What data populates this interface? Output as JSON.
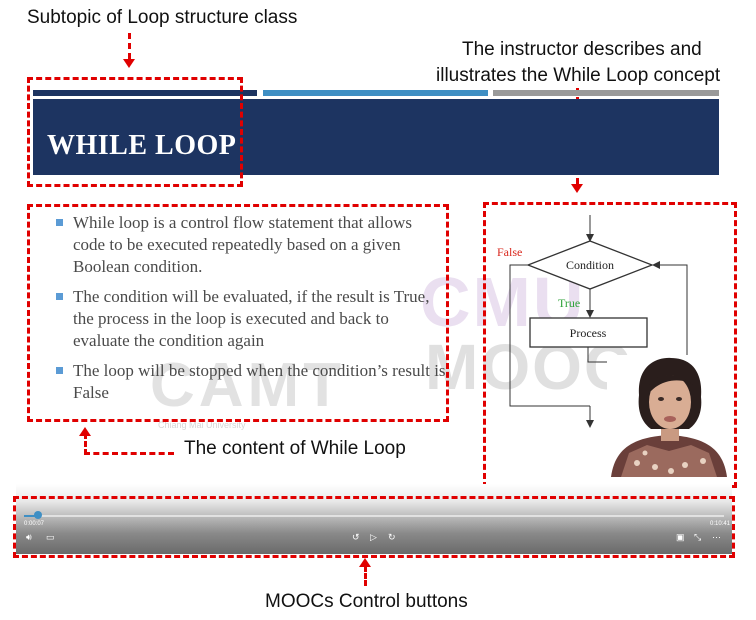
{
  "annotations": {
    "subtopic": "Subtopic of Loop structure class",
    "instructor_line1": "The instructor describes and",
    "instructor_line2": "illustrates the While Loop concept",
    "content": "The content of While Loop",
    "controls": "MOOCs Control buttons"
  },
  "slide": {
    "title": "WHILE LOOP",
    "bullets": [
      "While loop is a control flow statement that allows code to be executed repeatedly based on a given Boolean condition.",
      "The condition will be evaluated, if the result is True, the process in the loop is executed and back to evaluate the condition again",
      "The loop will be stopped when the condition’s result is False"
    ],
    "watermark_left": "CAMT",
    "watermark_right": "MOOC",
    "watermark_cmu": "CMU",
    "watermark_caption": "Chiang Mai University"
  },
  "flowchart": {
    "false_label": "False",
    "condition_label": "Condition",
    "true_label": "True",
    "process_label": "Process"
  },
  "player": {
    "time_current": "0:00:07",
    "time_total": "0:10:41",
    "progress": 0.02
  },
  "colors": {
    "annotation_red": "#e00000",
    "title_band": "#1d3461",
    "bar_dark": "#1d3461",
    "bar_light": "#3f8fc4",
    "bar_gray": "#9a9a9a",
    "false_red": "#d9281e",
    "true_green": "#2fa33a"
  }
}
